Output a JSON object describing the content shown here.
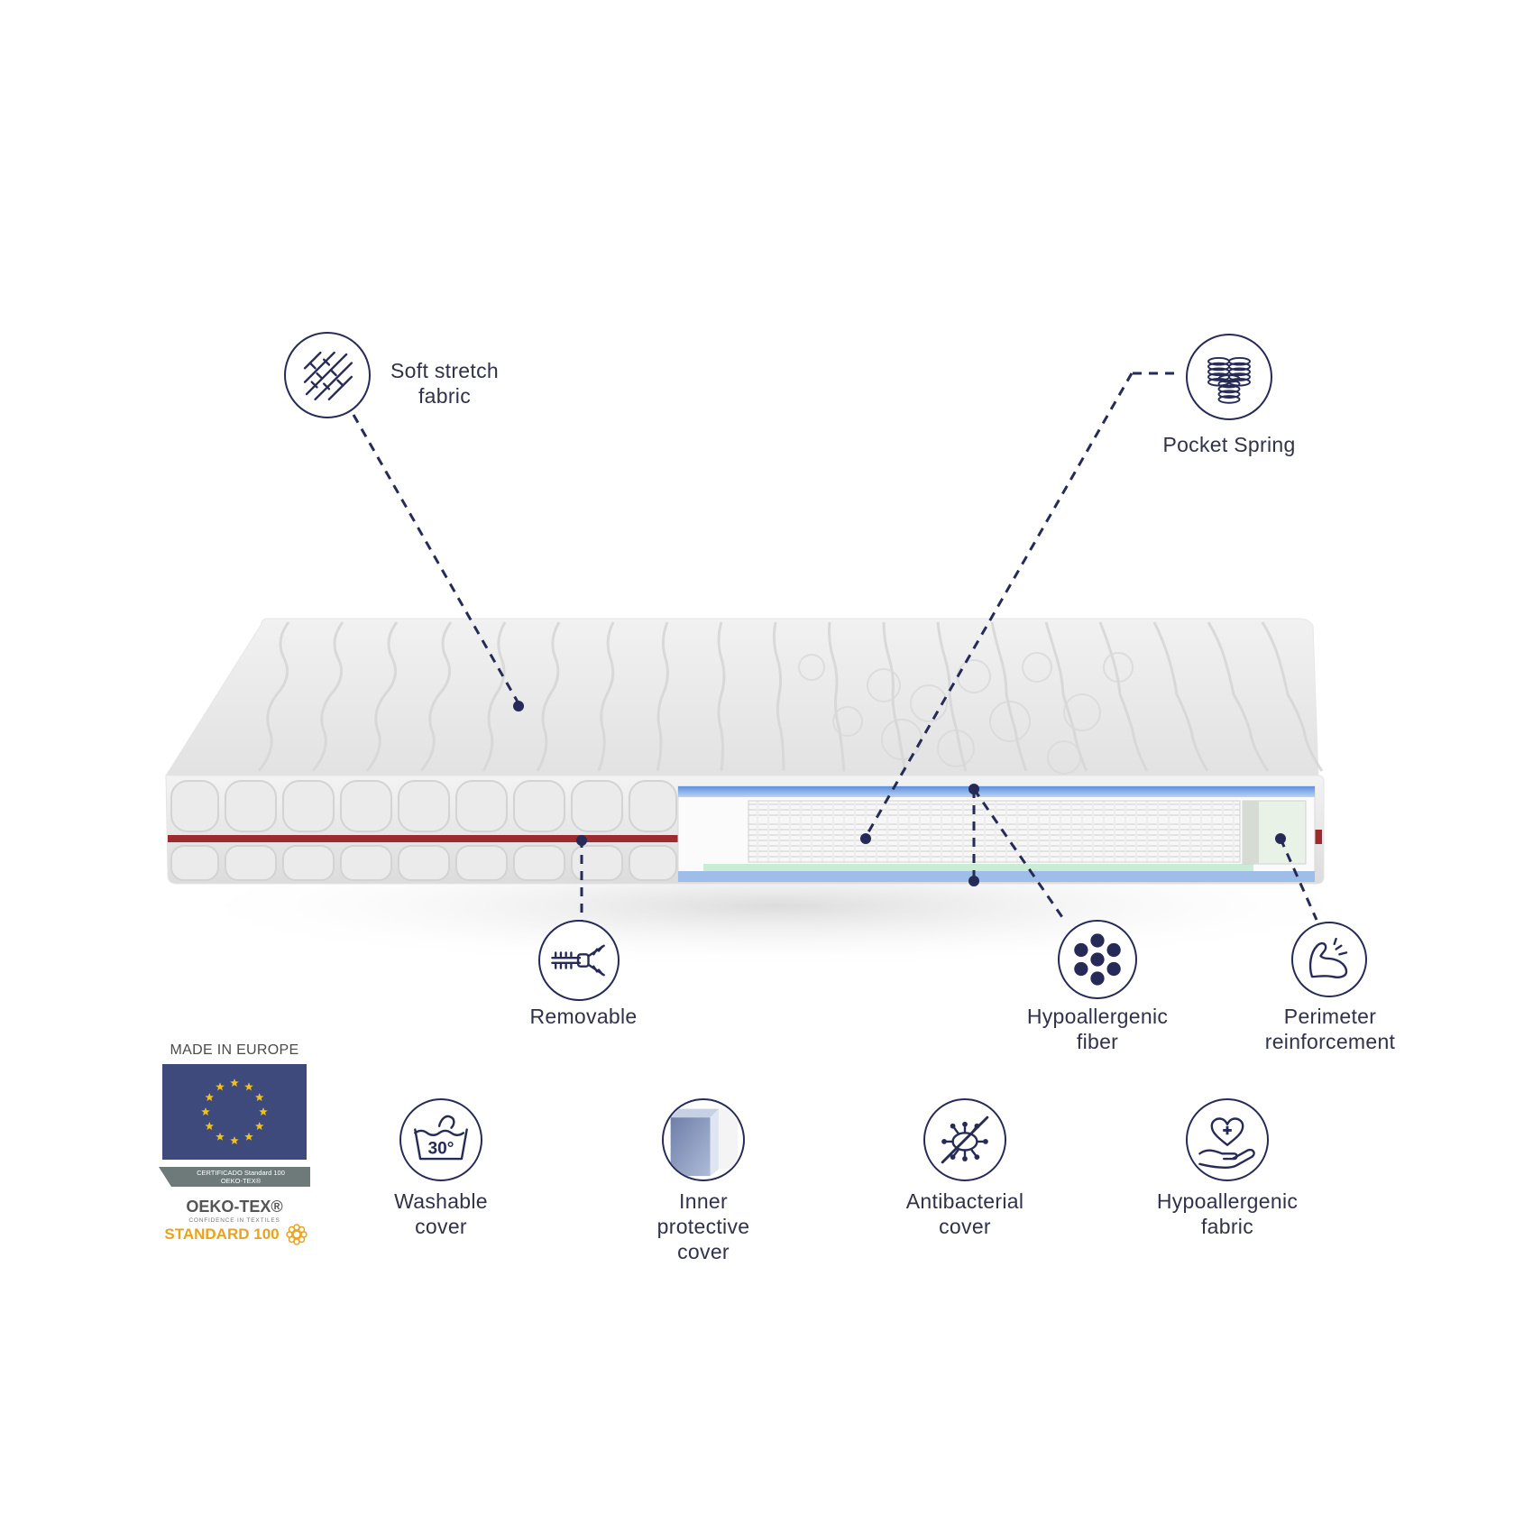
{
  "features": {
    "soft_stretch": {
      "line1": "Soft stretch",
      "line2": "fabric",
      "icon": "fabric-weave-icon"
    },
    "pocket_spring": {
      "line1": "Pocket Spring",
      "icon": "pocket-spring-icon"
    },
    "removable": {
      "line1": "Removable",
      "icon": "zipper-icon"
    },
    "hypo_fiber": {
      "line1": "Hypoallergenic",
      "line2": "fiber",
      "icon": "fiber-icon"
    },
    "perimeter": {
      "line1": "Perimeter",
      "line2": "reinforcement",
      "icon": "muscle-arm-icon"
    },
    "washable": {
      "line1": "Washable",
      "line2": "cover",
      "icon": "hand-wash-30-icon",
      "temp": "30°"
    },
    "inner_cover": {
      "line1": "Inner",
      "line2": "protective",
      "line3": "cover",
      "icon": "inner-cover-icon"
    },
    "antibacterial": {
      "line1": "Antibacterial",
      "line2": "cover",
      "icon": "antibacterial-icon"
    },
    "hypo_fabric": {
      "line1": "Hypoallergenic",
      "line2": "fabric",
      "icon": "heart-hand-icon"
    }
  },
  "badge": {
    "made_in": "MADE IN EUROPE",
    "cert_line1": "CERTIFICADO Standard 100",
    "cert_line2": "OEKO-TEX®",
    "oeko": "OEKO-TEX®",
    "confidence": "CONFIDENCE IN TEXTILES",
    "standard": "STANDARD 100"
  },
  "colors": {
    "navy": "#262a57",
    "zip_red": "#9c2a2f",
    "eu_blue": "#3f4a7c",
    "eu_star": "#f2c21b",
    "oeko_orange": "#e9a31b",
    "layer_blue": "#7fa9e6"
  }
}
